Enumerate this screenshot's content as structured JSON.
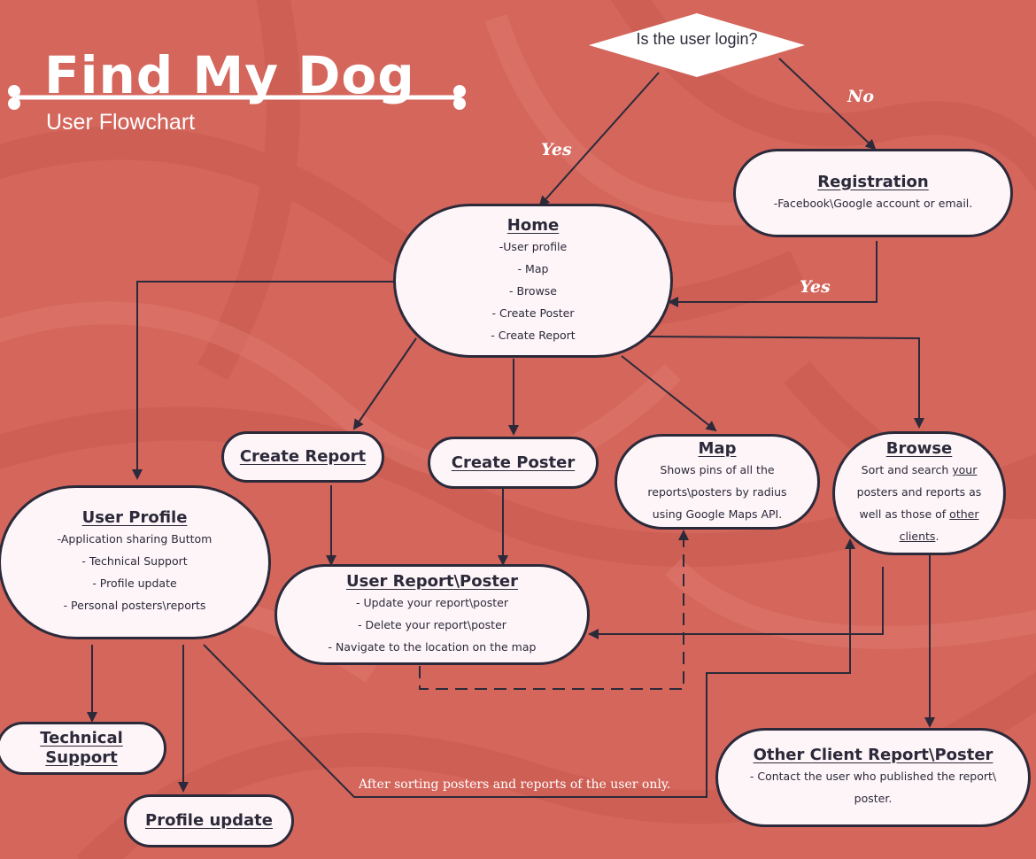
{
  "brand": {
    "title": "Find My Dog",
    "subtitle": "User Flowchart"
  },
  "decision": {
    "text": "Is the user login?"
  },
  "edge_labels": {
    "yes_home": "Yes",
    "no_registration": "No",
    "yes_registration_home": "Yes"
  },
  "note": "After sorting posters and reports of the user only.",
  "nodes": {
    "registration": {
      "title": "Registration",
      "lines": [
        "-Facebook\\Google account or email."
      ]
    },
    "home": {
      "title": "Home",
      "lines": [
        "-User profile",
        "- Map",
        "- Browse",
        "- Create Poster",
        "- Create Report"
      ]
    },
    "create_report": {
      "title": "Create Report"
    },
    "create_poster": {
      "title": "Create Poster"
    },
    "map": {
      "title": "Map",
      "lines": [
        "Shows pins of all the",
        "reports\\posters by radius",
        "using Google Maps API."
      ]
    },
    "browse": {
      "title": "Browse",
      "line1_pre": "Sort and search ",
      "line1_link": "your",
      "line2": "posters and reports as",
      "line3_pre": "well as those of ",
      "line3_link": "other",
      "line4_link": "clients",
      "line4_post": "."
    },
    "user_profile": {
      "title": "User Profile",
      "lines": [
        "-Application sharing Buttom",
        "- Technical Support",
        "- Profile update",
        "- Personal posters\\reports"
      ]
    },
    "user_report_poster": {
      "title": "User Report\\Poster",
      "lines": [
        "- Update your report\\poster",
        "- Delete your report\\poster",
        "- Navigate to the location on the map"
      ]
    },
    "technical_support": {
      "title_line1": "Technical",
      "title_line2": "Support"
    },
    "profile_update": {
      "title": "Profile update"
    },
    "other_client": {
      "title": "Other Client Report\\Poster",
      "lines": [
        "- Contact the user who published the report\\",
        "poster."
      ]
    }
  },
  "colors": {
    "background": "#d4665c",
    "node_fill": "#fdf5f8",
    "stroke": "#2c2a3a",
    "label": "#ffffff"
  }
}
